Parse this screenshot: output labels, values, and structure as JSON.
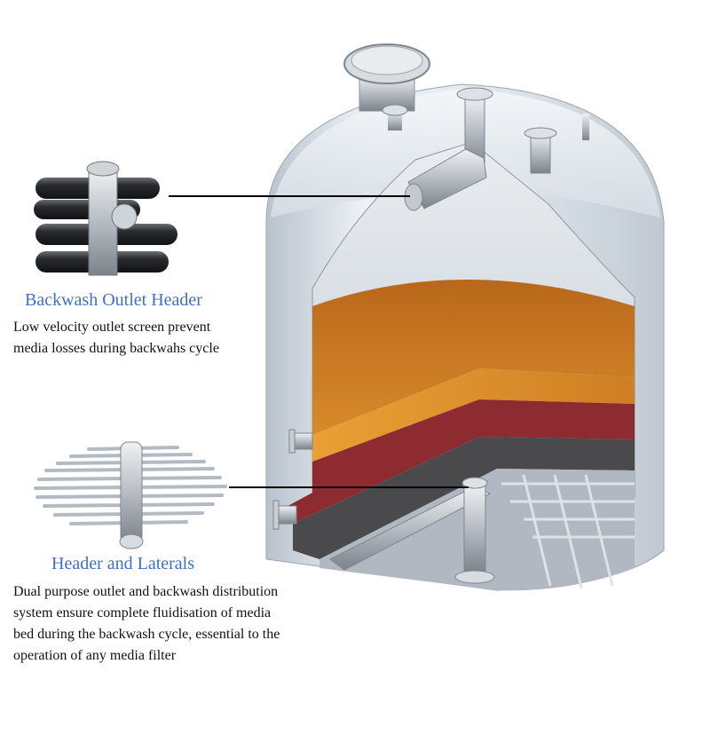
{
  "callouts": [
    {
      "title": "Backwash Outlet Header",
      "description_lines": [
        "Low velocity outlet screen prevent",
        "media losses during backwahs cycle"
      ]
    },
    {
      "title": "Header and Laterals",
      "description_lines": [
        "Dual purpose outlet and backwash distribution",
        "system ensure complete fluidisation of media",
        "bed during the backwash cycle, essential to the",
        "operation of any media filter"
      ]
    }
  ],
  "colors": {
    "title_blue": "#3f6fc6",
    "vessel_shell": "#e6ecf2",
    "media_orange_top": "#c8741e",
    "media_orange_bottom": "#e7982c",
    "media_red": "#8e2b30",
    "media_dark": "#4a4a4c",
    "pipe_steel": "#c9ced4"
  }
}
